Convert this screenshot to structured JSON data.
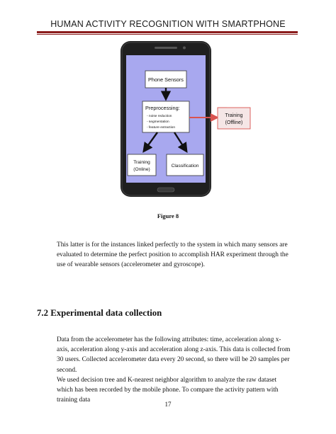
{
  "header": {
    "title": "HUMAN ACTIVITY RECOGNITION WITH SMARTPHONE"
  },
  "figure": {
    "caption": "Figure 8",
    "boxes": {
      "phone_sensors": "Phone Sensors",
      "preprocessing_title": "Preprocessing:",
      "preprocessing_items": [
        "- noise reduction",
        "- segmentation",
        "- feature extraction"
      ],
      "training_online": [
        "Training",
        "(Online)"
      ],
      "classification": "Classification",
      "training_offline": [
        "Training",
        "(Offline)"
      ]
    },
    "colors": {
      "screen": "#a8a8ef",
      "phone": "#1f1f1f",
      "offline_border": "#d9534f",
      "offline_fill": "#f5e6e6"
    }
  },
  "paragraph1": "This latter is for the instances linked perfectly to the system in which many sensors are evaluated to determine the perfect position to accomplish HAR experiment through the use of wearable sensors (accelerometer and gyroscope).",
  "section": {
    "title": "7.2 Experimental data collection"
  },
  "paragraph2": {
    "line1": "Data from the accelerometer has the following attributes: time, acceleration along x-axis, acceleration along y-axis and acceleration along z-axis. This data is collected from 30 users. Collected accelerometer data every 20 second, so there will be 20 samples per second.",
    "line2": "We used decision tree and K-nearest neighbor algorithm to analyze the raw dataset which has been recorded by the mobile phone. To compare the activity pattern with training data"
  },
  "footer": {
    "page_number": "17"
  }
}
